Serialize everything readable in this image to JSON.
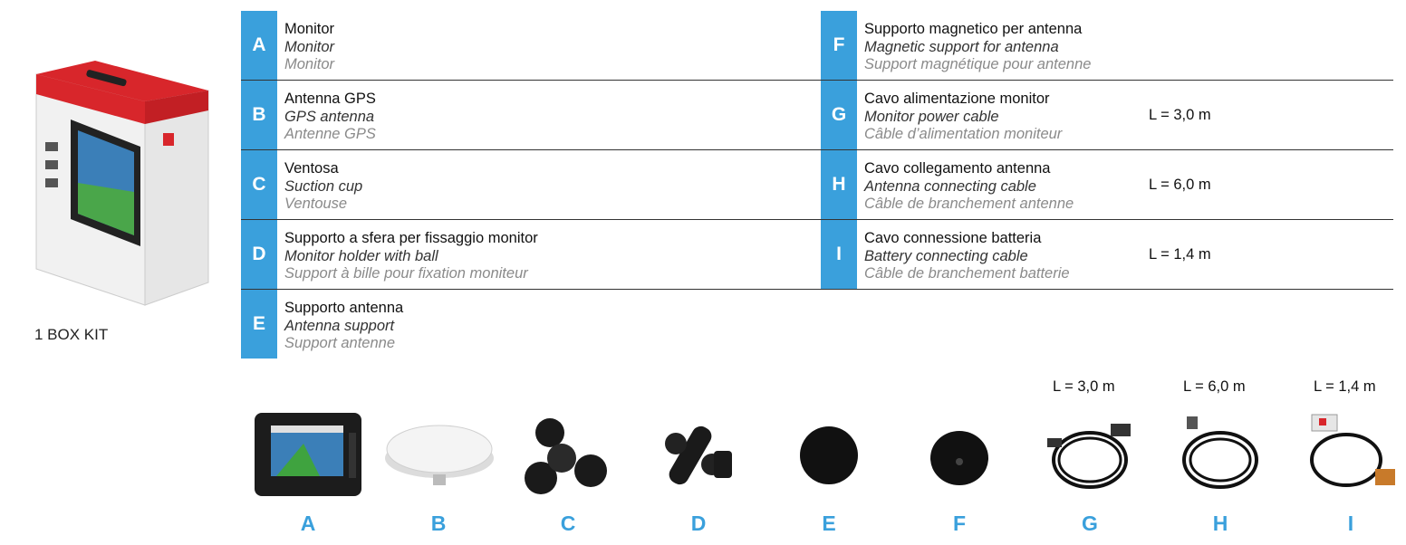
{
  "kit": {
    "label": "1 BOX KIT"
  },
  "items_left": [
    {
      "letter": "A",
      "it": "Monitor",
      "en": "Monitor",
      "fr": "Monitor",
      "length": ""
    },
    {
      "letter": "B",
      "it": "Antenna GPS",
      "en": "GPS antenna",
      "fr": "Antenne GPS",
      "length": ""
    },
    {
      "letter": "C",
      "it": "Ventosa",
      "en": "Suction cup",
      "fr": "Ventouse",
      "length": ""
    },
    {
      "letter": "D",
      "it": "Supporto a sfera per fissaggio monitor",
      "en": "Monitor holder with ball",
      "fr": "Support à bille pour fixation moniteur",
      "length": ""
    },
    {
      "letter": "E",
      "it": "Supporto antenna",
      "en": "Antenna support",
      "fr": "Support antenne",
      "length": ""
    }
  ],
  "items_right": [
    {
      "letter": "F",
      "it": "Supporto magnetico per antenna",
      "en": "Magnetic support for antenna",
      "fr": "Support magnétique pour antenne",
      "length": ""
    },
    {
      "letter": "G",
      "it": "Cavo alimentazione monitor",
      "en": "Monitor power cable",
      "fr": "Câble d’alimentation moniteur",
      "length": "L = 3,0 m"
    },
    {
      "letter": "H",
      "it": "Cavo collegamento antenna",
      "en": "Antenna connecting cable",
      "fr": "Câble de branchement antenne",
      "length": "L = 6,0 m"
    },
    {
      "letter": "I",
      "it": "Cavo connessione batteria",
      "en": "Battery connecting cable",
      "fr": "Câble de branchement batterie",
      "length": "L = 1,4 m"
    }
  ],
  "products": [
    {
      "letter": "A",
      "length": ""
    },
    {
      "letter": "B",
      "length": ""
    },
    {
      "letter": "C",
      "length": ""
    },
    {
      "letter": "D",
      "length": ""
    },
    {
      "letter": "E",
      "length": ""
    },
    {
      "letter": "F",
      "length": ""
    },
    {
      "letter": "G",
      "length": "L = 3,0 m"
    },
    {
      "letter": "H",
      "length": "L = 6,0 m"
    },
    {
      "letter": "I",
      "length": "L = 1,4 m"
    }
  ],
  "colors": {
    "accent": "#3aa0dc",
    "box_red": "#d8262b"
  }
}
